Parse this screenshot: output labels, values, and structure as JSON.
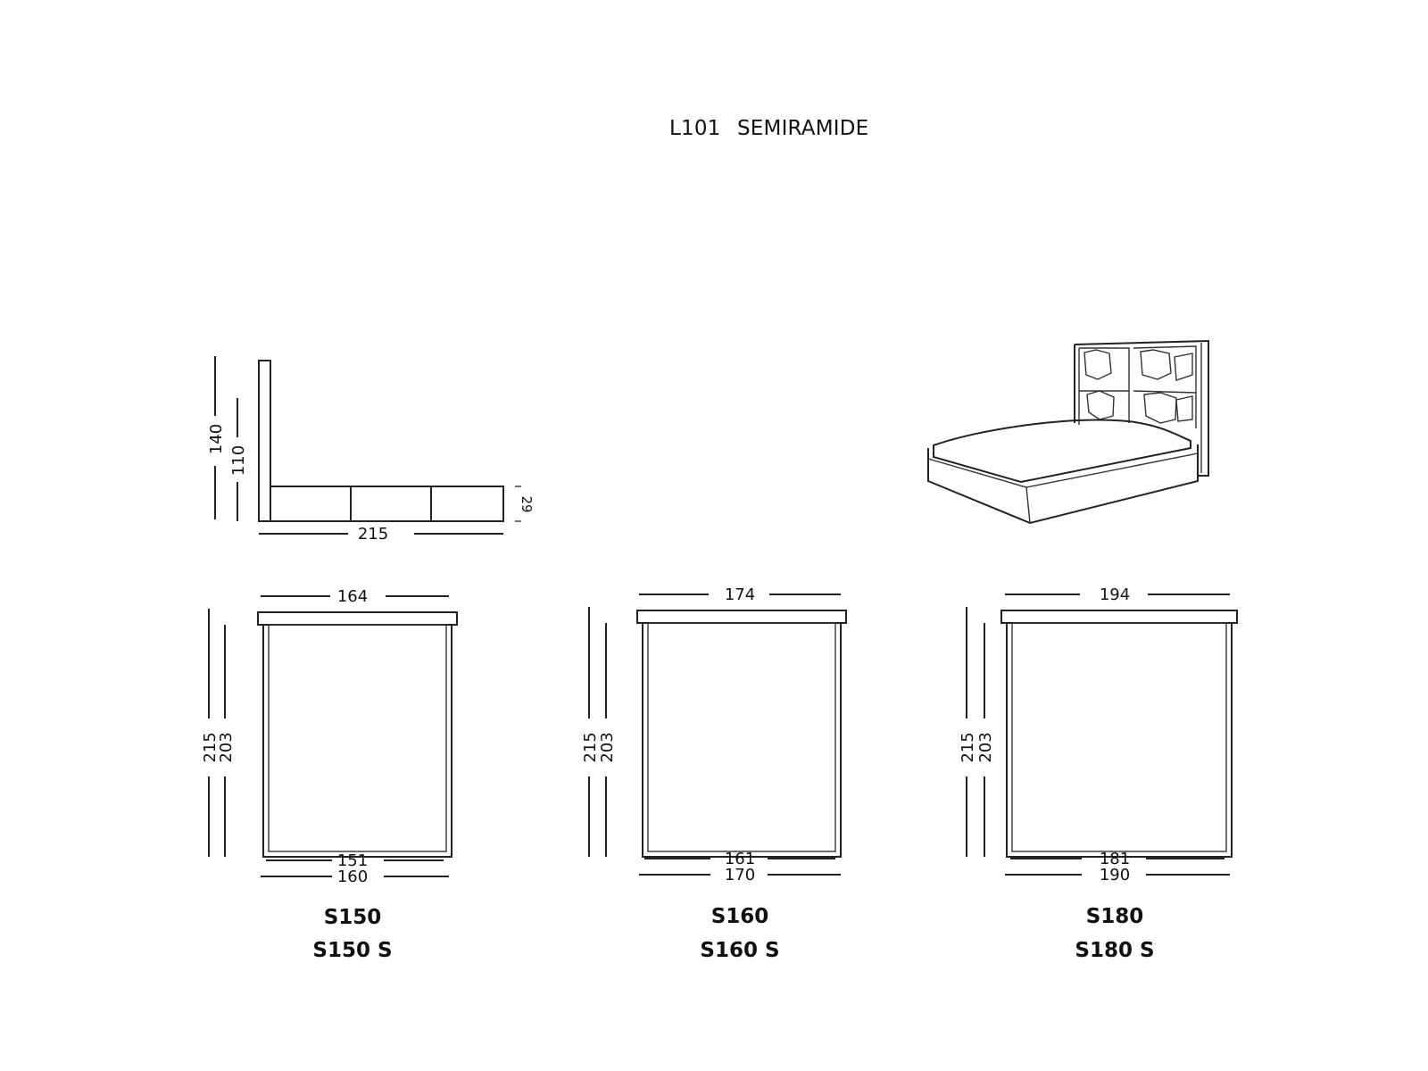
{
  "title": {
    "code": "L101",
    "name": "SEMIRAMIDE"
  },
  "side_view": {
    "height_total": "140",
    "height_headboard": "110",
    "frame_height": "29",
    "length": "215"
  },
  "models": [
    {
      "top_width": "164",
      "length_outer": "215",
      "length_inner": "203",
      "inner_width": "151",
      "outer_width": "160",
      "name": "S150",
      "variant": "S150 S"
    },
    {
      "top_width": "174",
      "length_outer": "215",
      "length_inner": "203",
      "inner_width": "161",
      "outer_width": "170",
      "name": "S160",
      "variant": "S160 S"
    },
    {
      "top_width": "194",
      "length_outer": "215",
      "length_inner": "203",
      "inner_width": "181",
      "outer_width": "190",
      "name": "S180",
      "variant": "S180 S"
    }
  ]
}
